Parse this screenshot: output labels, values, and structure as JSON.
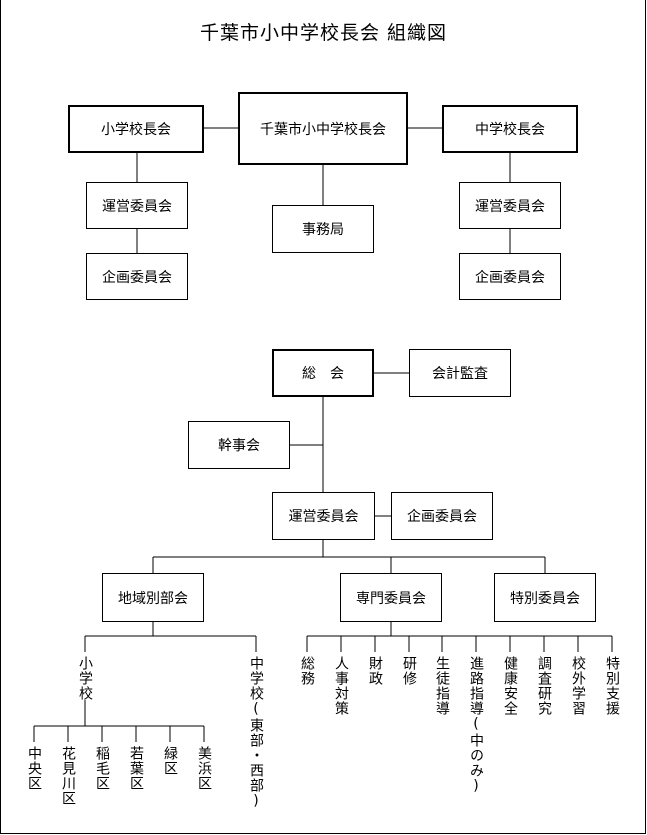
{
  "title": "千葉市小中学校長会  組織図",
  "top": {
    "center": "千葉市小中学校長会",
    "elementary": "小学校長会",
    "junior_high": "中学校長会",
    "secretariat": "事務局",
    "elem_sub": [
      "運営委員会",
      "企画委員会"
    ],
    "jh_sub": [
      "運営委員会",
      "企画委員会"
    ]
  },
  "lower": {
    "general": "総　会",
    "audit": "会計監査",
    "secretaries": "幹事会",
    "steering": "運営委員会",
    "planning": "企画委員会",
    "regional": "地域別部会",
    "specialized": "専門委員会",
    "special": "特別委員会",
    "elem_school": "小学校",
    "jh_school": "中学校(東部・西部)",
    "wards": [
      "中央区",
      "花見川区",
      "稲毛区",
      "若葉区",
      "緑区",
      "美浜区"
    ],
    "committees": [
      "総務",
      "人事対策",
      "財政",
      "研修",
      "生徒指導",
      "進路指導(中のみ)",
      "健康安全",
      "調査研究",
      "校外学習",
      "特別支援"
    ]
  }
}
